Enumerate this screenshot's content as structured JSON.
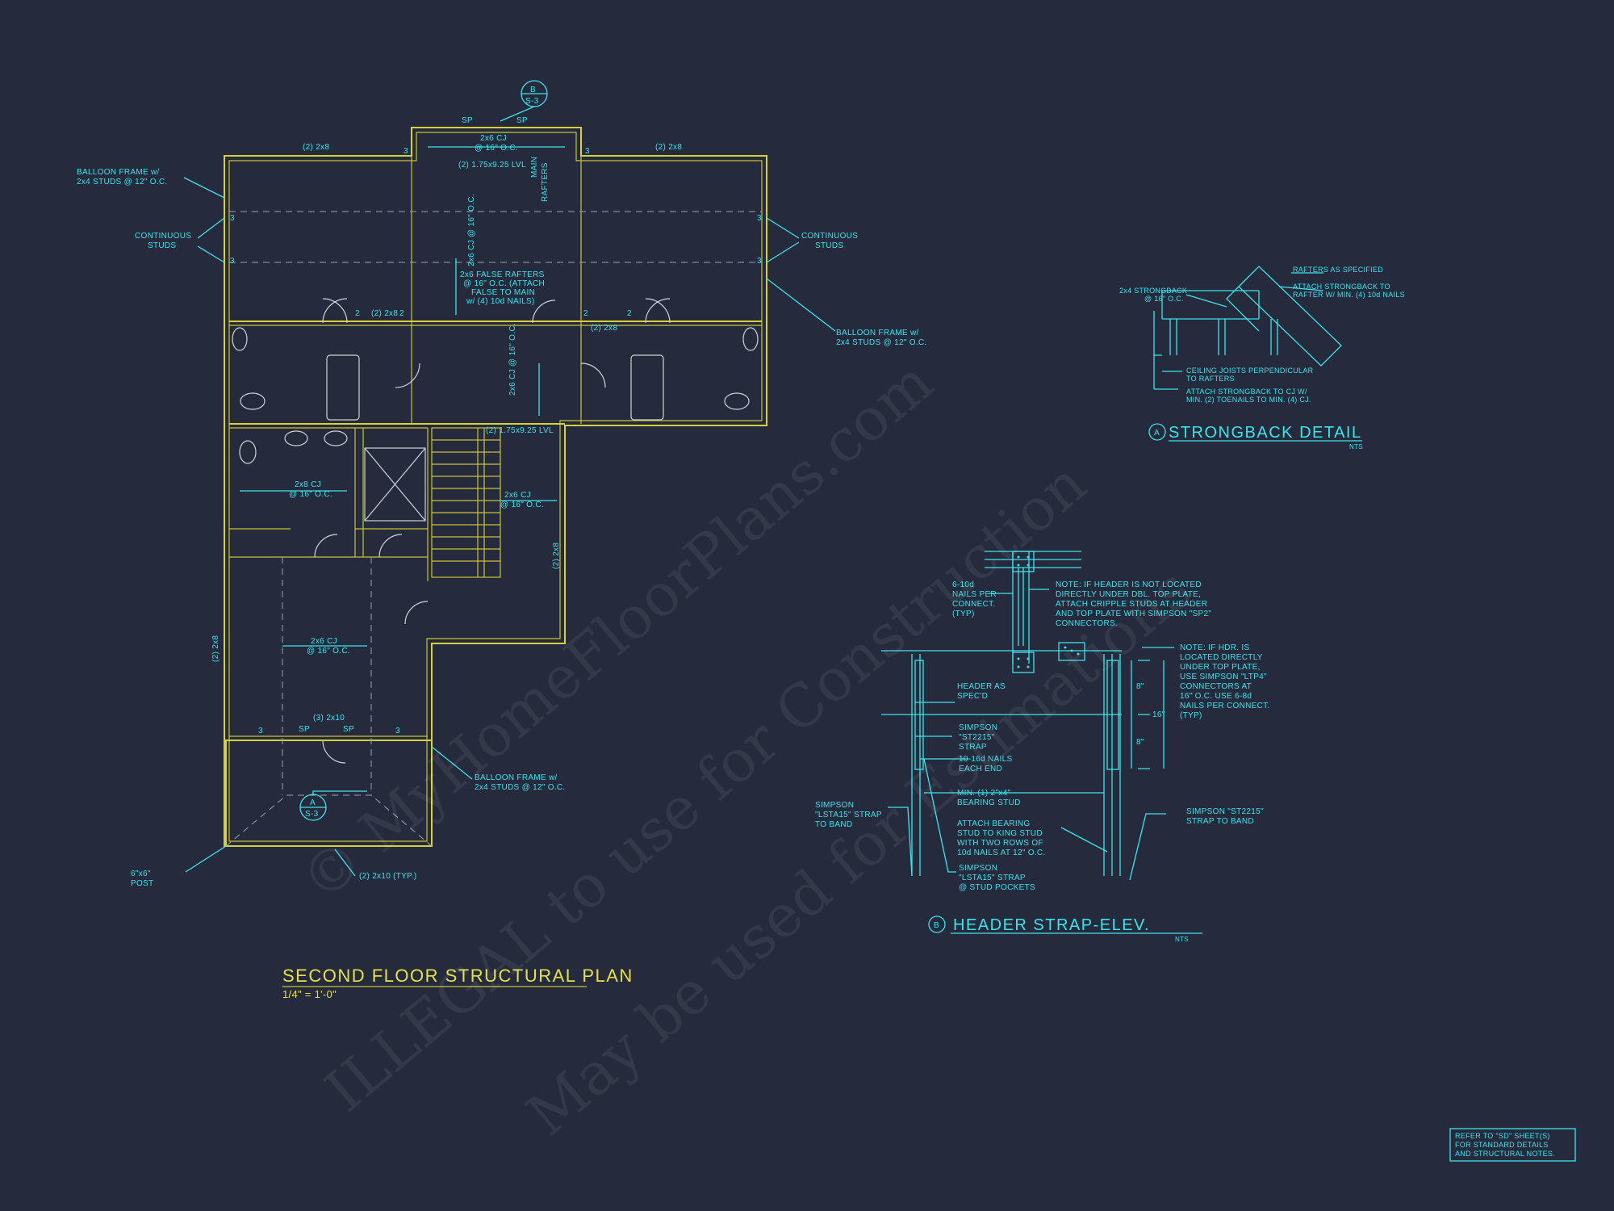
{
  "watermark": {
    "line1": "© MyHomeFloorPlans.com",
    "line2": "ILLEGAL to use for Construction",
    "line3": "May be used for Estimations"
  },
  "plan": {
    "title": "SECOND FLOOR STRUCTURAL PLAN",
    "scale": "1/4\" = 1'-0\"",
    "labels": {
      "section_tag_letter": "B",
      "section_tag_sheet": "S-3",
      "sp1": "SP",
      "sp2": "SP",
      "beam_left": "(2) 2x8",
      "beam_right": "(2) 2x8",
      "cj_top_1": "2x6 CJ",
      "cj_top_2": "@ 16\" O.C.",
      "lvl_top": "(2) 1.75x9.25 LVL",
      "main_rafters_1": "MAIN",
      "main_rafters_2": "RAFTERS",
      "balloon_tl_1": "BALLOON FRAME w/",
      "balloon_tl_2": "2x4 STUDS @ 12\" O.C.",
      "cont_l_1": "CONTINUOUS",
      "cont_l_2": "STUDS",
      "cont_r_1": "CONTINUOUS",
      "cont_r_2": "STUDS",
      "cj_vert_1": "2x6 CJ @ 16\" O.C.",
      "false_1": "2x6 FALSE RAFTERS",
      "false_2": "@ 16\" O.C. (ATTACH",
      "false_3": "FALSE TO MAIN",
      "false_4": "w/ (4) 10d NAILS)",
      "balloon_r_1": "BALLOON FRAME w/",
      "balloon_r_2": "2x4 STUDS @ 12\" O.C.",
      "beam_mid": "(2) 2x8",
      "beam_mid_r": "(2) 2x8",
      "cj_vert_2": "2x6 CJ @ 16\" O.C.",
      "lvl_mid": "(2) 1.75x9.25 LVL",
      "cj_2x8_1": "2x8 CJ",
      "cj_2x8_2": "@ 16\" O.C.",
      "cj_right_1": "2x6 CJ",
      "cj_right_2": "@ 16\" O.C.",
      "beam_right_vert": "(2) 2x8",
      "beam_left_vert": "(2) 2x8",
      "cj_low_1": "2x6 CJ",
      "cj_low_2": "@ 16\" O.C.",
      "beam_low": "(3) 2x10",
      "sp3": "SP",
      "sp4": "SP",
      "balloon_b_1": "BALLOON FRAME w/",
      "balloon_b_2": "2x4 STUDS @ 12\" O.C.",
      "section_a_letter": "A",
      "section_a_sheet": "S-3",
      "post_1": "6\"x6\"",
      "post_2": "POST",
      "beam_bottom": "(2) 2x10 (TYP.)",
      "n2": "2",
      "n3": "3"
    }
  },
  "strongback": {
    "letter": "A",
    "title": "STRONGBACK DETAIL",
    "scale": "NTS",
    "notes": {
      "rafters": "RAFTERS AS SPECIFIED",
      "attach_1": "ATTACH STRONGBACK TO",
      "attach_2": "RAFTER W/ MIN. (4) 10d NAILS",
      "sb_1": "2x4 STRONGBACK",
      "sb_2": "@ 16\" O.C.",
      "cj_1": "CEILING JOISTS PERPENDICULAR",
      "cj_2": "TO RAFTERS",
      "toe_1": "ATTACH STRONGBACK TO CJ W/",
      "toe_2": "MIN. (2) TOENAILS TO MIN. (4) CJ."
    }
  },
  "header_strap": {
    "letter": "B",
    "title": "HEADER STRAP-ELEV.",
    "scale": "NTS",
    "notes": {
      "nails_1": "6-10d",
      "nails_2": "NAILS PER",
      "nails_3": "CONNECT.",
      "nails_4": "(TYP)",
      "note1_1": "NOTE: IF HEADER IS NOT LOCATED",
      "note1_2": "DIRECTLY UNDER DBL. TOP PLATE,",
      "note1_3": "ATTACH CRIPPLE STUDS AT HEADER",
      "note1_4": "AND TOP PLATE WITH SIMPSON \"SP2\"",
      "note1_5": "CONNECTORS.",
      "note2_1": "NOTE: IF HDR. IS",
      "note2_2": "LOCATED DIRECTLY",
      "note2_3": "UNDER TOP PLATE,",
      "note2_4": "USE SIMPSON \"LTP4\"",
      "note2_5": "CONNECTORS AT",
      "note2_6": "16\" O.C.  USE 6-8d",
      "note2_7": "NAILS PER CONNECT.",
      "note2_8": "(TYP)",
      "hdr_1": "HEADER AS",
      "hdr_2": "SPEC'D",
      "st_1": "SIMPSON",
      "st_2": "\"ST2215\"",
      "st_3": "STRAP",
      "n16_1": "10-16d NAILS",
      "n16_2": "EACH END",
      "min_1": "MIN. (1) 2\"x4\"",
      "min_2": "BEARING STUD",
      "att_1": "ATTACH BEARING",
      "att_2": "STUD TO KING STUD",
      "att_3": "WITH TWO ROWS OF",
      "att_4": "10d NAILS AT 12\" O.C.",
      "ls_1": "SIMPSON",
      "ls_2": "\"LSTA15\" STRAP",
      "ls_3": "TO BAND",
      "lp_1": "SIMPSON",
      "lp_2": "\"LSTA15\" STRAP",
      "lp_3": "@ STUD POCKETS",
      "rs_1": "SIMPSON \"ST2215\"",
      "rs_2": "STRAP TO BAND",
      "dim_8a": "8\"",
      "dim_16": "16\"",
      "dim_8b": "8\""
    }
  },
  "refer_note": {
    "line1": "REFER TO \"SD\" SHEET(S)",
    "line2": "FOR STANDARD DETAILS",
    "line3": "AND STRUCTURAL NOTES."
  }
}
